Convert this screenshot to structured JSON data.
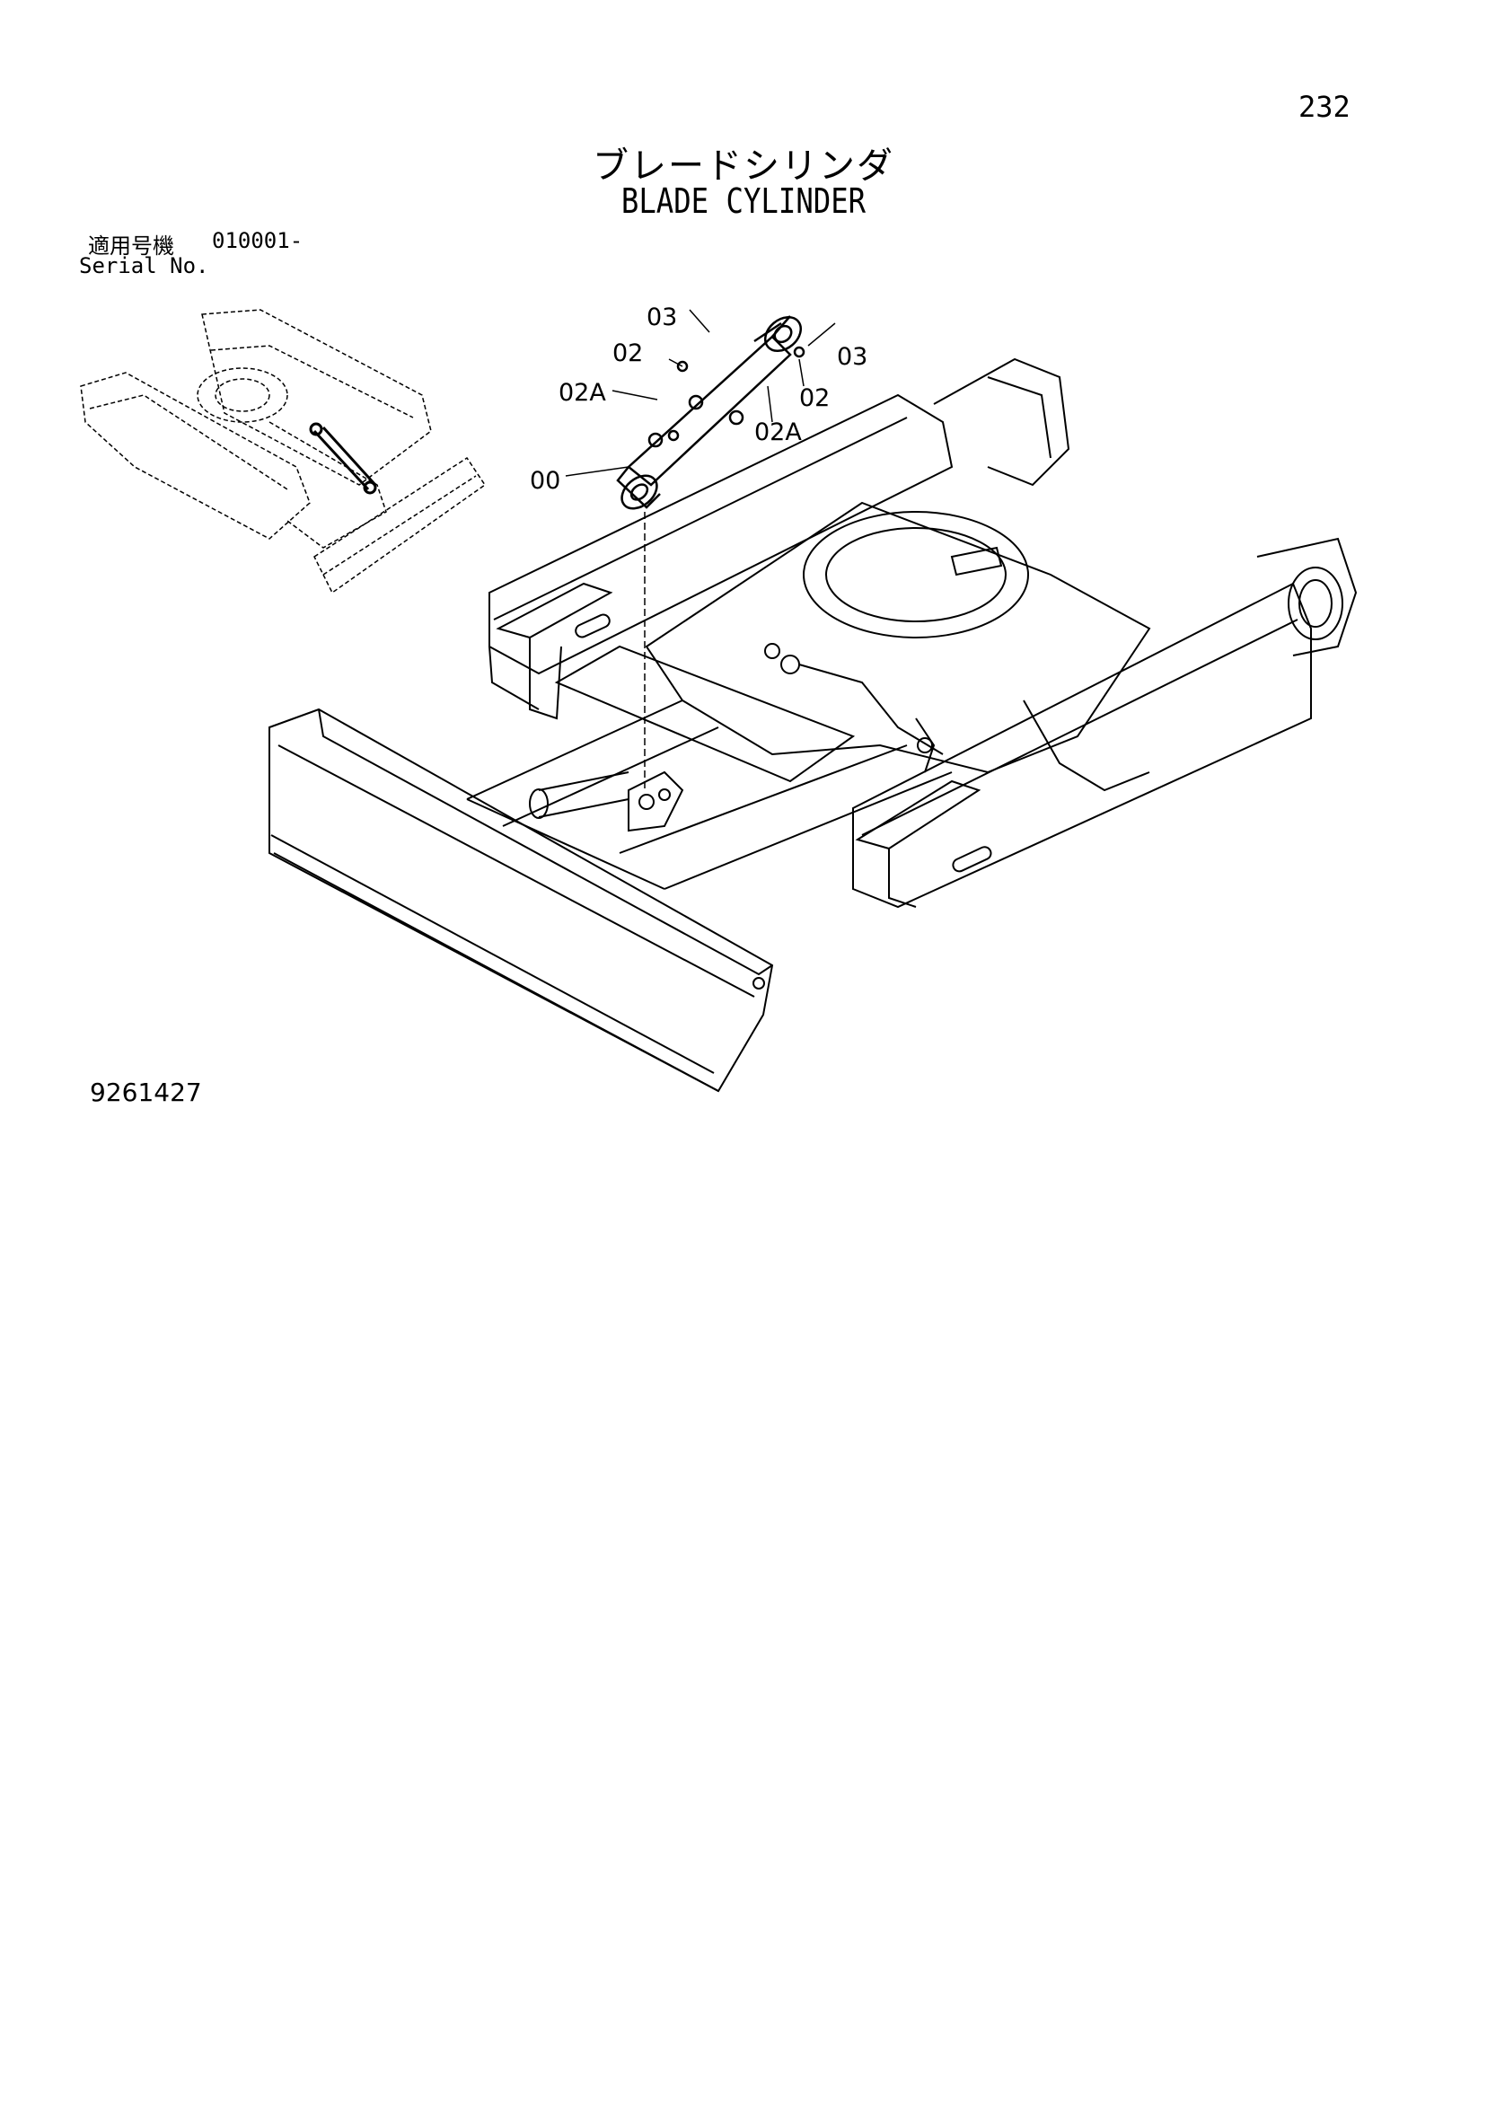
{
  "page": {
    "number": "232",
    "title_jp": "ブレードシリンダ",
    "title_en": "BLADE CYLINDER",
    "serial_label_jp": "適用号機",
    "serial_value": "010001-",
    "serial_label_en": "Serial No.",
    "drawing_number": "9261427"
  },
  "callouts": [
    "03",
    "02",
    "02A",
    "00",
    "03",
    "02",
    "02A"
  ]
}
